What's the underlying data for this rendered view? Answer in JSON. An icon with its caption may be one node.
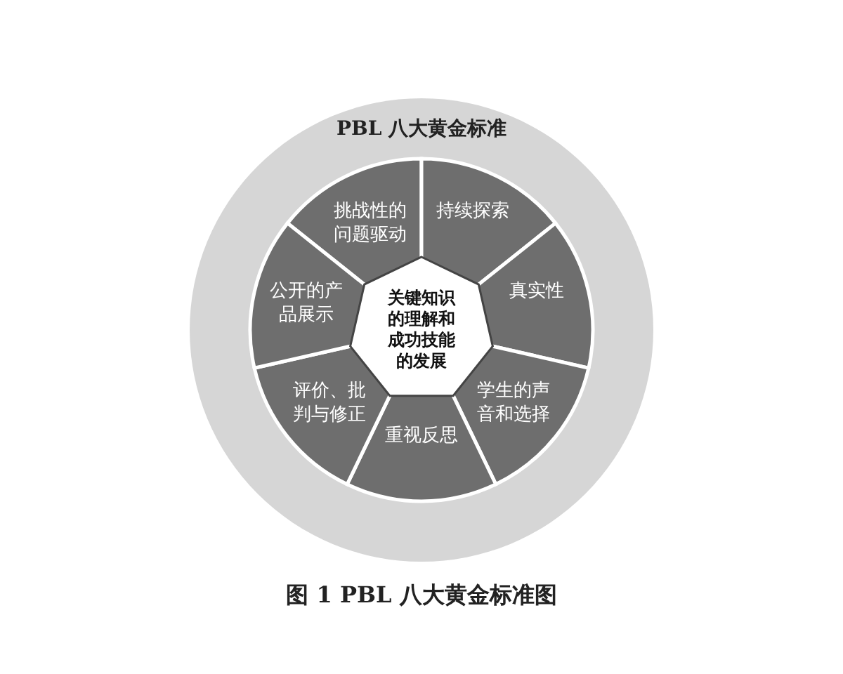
{
  "diagram": {
    "caption": "图 1 PBL 八大黄金标准图",
    "nodes": [
      {
        "text": [
          "PBL 八大黄金标准"
        ]
      },
      {
        "text": [
          "关键知识的理解和成功技能的发展"
        ],
        "in": 0
      },
      {
        "text": [
          "挑战性的问题驱动"
        ],
        "in": 0
      },
      {
        "text": [
          "持续探索"
        ],
        "in": 0
      },
      {
        "text": [
          "真实性"
        ],
        "in": 0
      },
      {
        "text": [
          "学生的声音和选择"
        ],
        "in": 0
      },
      {
        "text": [
          "重视反思"
        ],
        "in": 0
      },
      {
        "text": [
          "评价、批判与修正"
        ],
        "in": 0
      },
      {
        "text": [
          "公开的产品展示"
        ],
        "in": 0
      }
    ]
  }
}
